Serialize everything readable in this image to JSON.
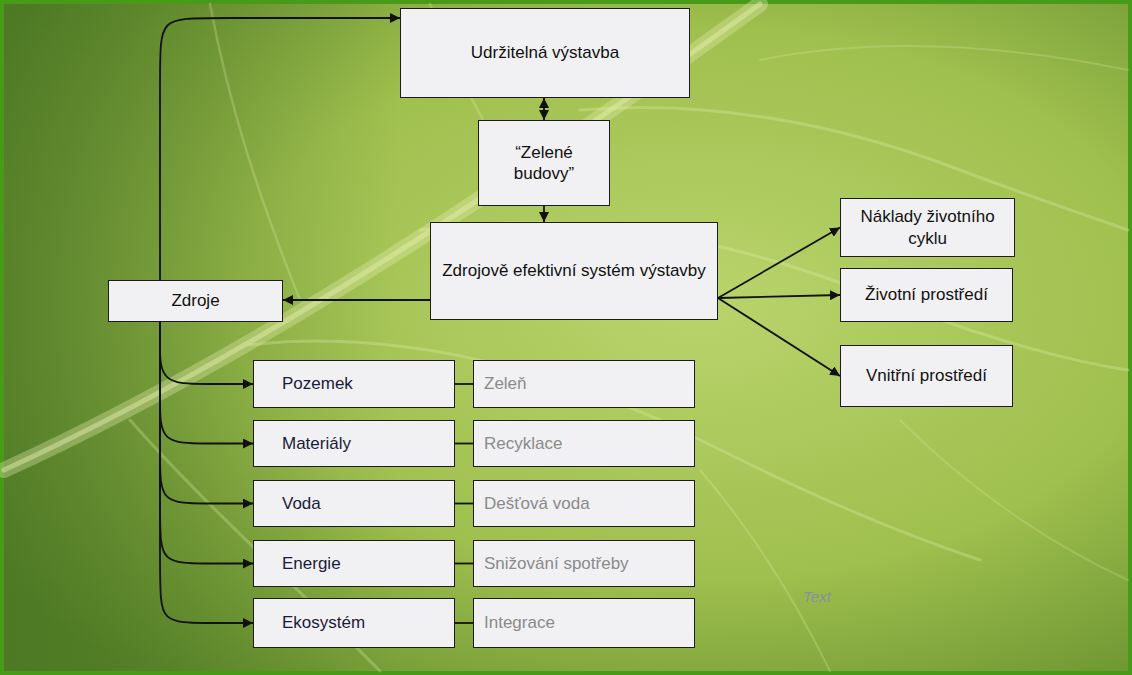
{
  "diagram": {
    "nodes": [
      {
        "text": [
          "Udržitelná výstavba"
        ]
      },
      {
        "text": [
          "“Zelené budovy”"
        ]
      },
      {
        "text": [
          "Náklady životního cyklu"
        ]
      },
      {
        "text": [
          "Zdroje"
        ]
      },
      {
        "text": [
          "Zdrojově efektivní systém výstavby"
        ]
      },
      {
        "text": [
          "Životní prostředí"
        ]
      },
      {
        "text": [
          "Vnitřní prostředí"
        ]
      },
      {
        "text": [
          "Pozemek"
        ]
      },
      {
        "text": [
          "Zeleň"
        ]
      },
      {
        "text": [
          "Materiály"
        ]
      },
      {
        "text": [
          "Recyklace"
        ]
      },
      {
        "text": [
          "Voda"
        ]
      },
      {
        "text": [
          "Dešťová voda"
        ]
      },
      {
        "text": [
          "Energie"
        ]
      },
      {
        "text": [
          "Snižování spotřeby"
        ]
      },
      {
        "text": [
          "Ekosystém"
        ]
      },
      {
        "text": [
          "Integrace"
        ]
      }
    ],
    "edges": [
      {
        "from": 0,
        "to": 1,
        "arrow": "both"
      },
      {
        "from": 1,
        "to": 4,
        "arrow": "to"
      },
      {
        "from": 4,
        "to": 3,
        "arrow": "to"
      },
      {
        "from": 4,
        "to": 2,
        "arrow": "to"
      },
      {
        "from": 4,
        "to": 5,
        "arrow": "to"
      },
      {
        "from": 4,
        "to": 6,
        "arrow": "to"
      },
      {
        "from": 3,
        "to": 0,
        "arrow": "to"
      },
      {
        "from": 3,
        "to": 7,
        "arrow": "to"
      },
      {
        "from": 3,
        "to": 9,
        "arrow": "to"
      },
      {
        "from": 3,
        "to": 11,
        "arrow": "to"
      },
      {
        "from": 3,
        "to": 13,
        "arrow": "to"
      },
      {
        "from": 3,
        "to": 15,
        "arrow": "to"
      },
      {
        "from": 7,
        "to": 8,
        "arrow": "none"
      },
      {
        "from": 9,
        "to": 10,
        "arrow": "none"
      },
      {
        "from": 11,
        "to": 12,
        "arrow": "none"
      },
      {
        "from": 13,
        "to": 14,
        "arrow": "none"
      },
      {
        "from": 15,
        "to": 16,
        "arrow": "none"
      }
    ],
    "labels": [
      "Text"
    ]
  }
}
